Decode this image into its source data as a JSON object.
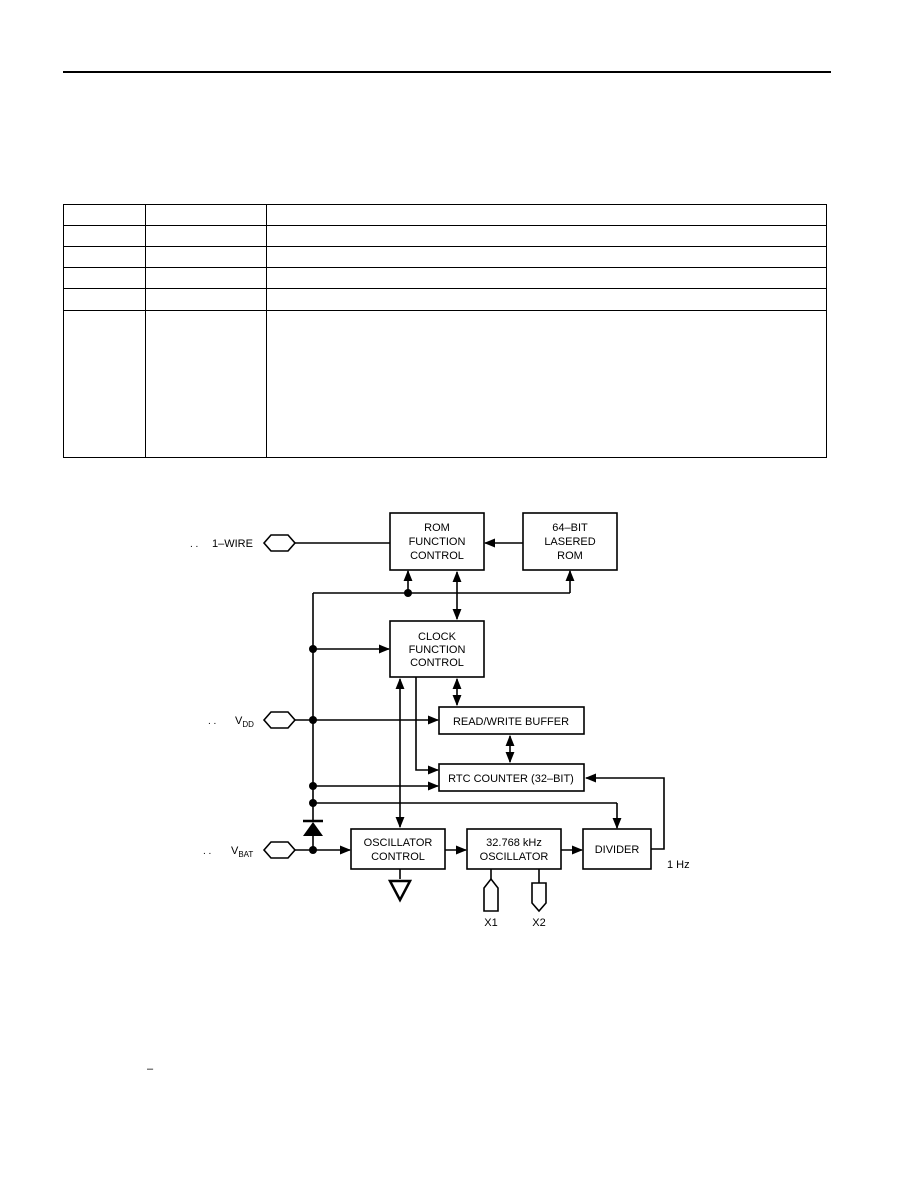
{
  "pin_table": {
    "rows": [
      [
        "",
        "",
        ""
      ],
      [
        "",
        "",
        ""
      ],
      [
        "",
        "",
        ""
      ],
      [
        "",
        "",
        ""
      ],
      [
        "",
        "",
        ""
      ],
      [
        "",
        "",
        ""
      ]
    ]
  },
  "diagram": {
    "pins": {
      "one_wire": "1–WIRE",
      "vdd_main": "V",
      "vdd_sub": "DD",
      "vbat_main": "V",
      "vbat_sub": "BAT"
    },
    "blocks": {
      "rom_function_control": [
        "ROM",
        "FUNCTION",
        "CONTROL"
      ],
      "lasered_rom": [
        "64–BIT",
        "LASERED",
        "ROM"
      ],
      "clock_function_control": [
        "CLOCK",
        "FUNCTION",
        "CONTROL"
      ],
      "read_write_buffer": "READ/WRITE BUFFER",
      "rtc_counter": "RTC COUNTER (32–BIT)",
      "oscillator_control": [
        "OSCILLATOR",
        "CONTROL"
      ],
      "oscillator": [
        "32.768 kHz",
        "OSCILLATOR"
      ],
      "divider": "DIVIDER"
    },
    "labels": {
      "x1": "X1",
      "x2": "X2",
      "one_hz": "1 Hz"
    }
  },
  "footnote_mark": "–"
}
